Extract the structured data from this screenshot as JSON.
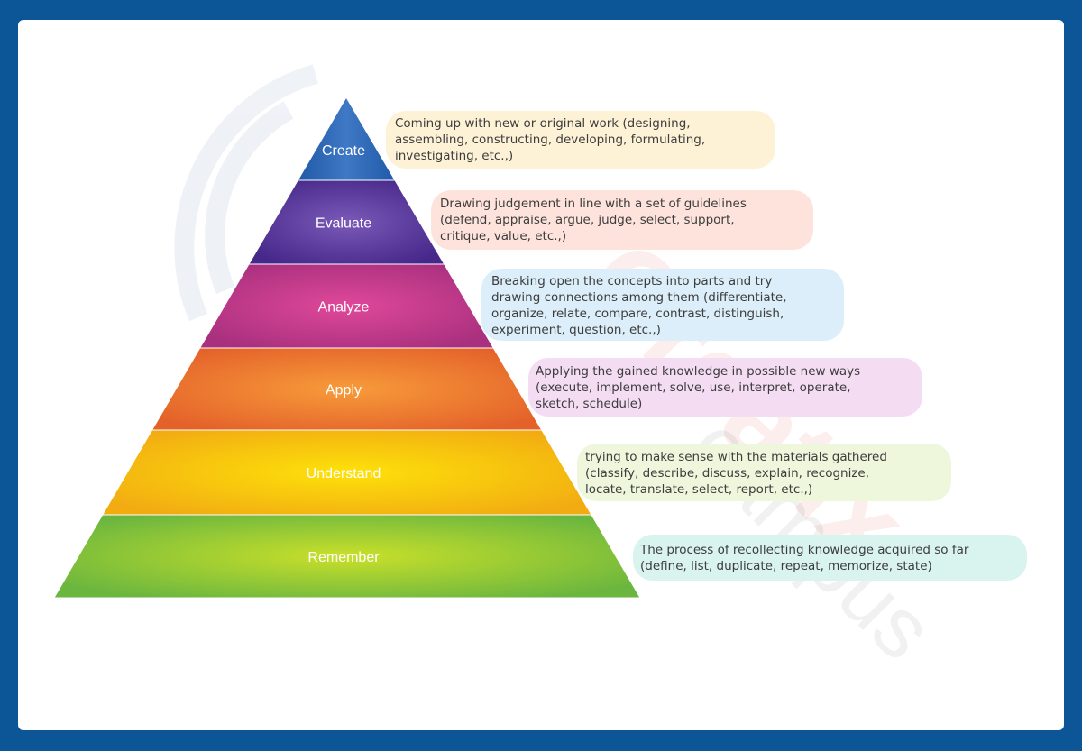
{
  "levels": [
    {
      "name": "Create",
      "description": "Coming up with new or original work (designing,\nassembling, constructing, developing, formulating,\ninvestigating, etc.,)",
      "color": "#2f64b0",
      "pill_color": "#fdf2d6"
    },
    {
      "name": "Evaluate",
      "description": "Drawing judgement in line with a set of guidelines\n(defend, appraise, argue, judge, select, support,\ncritique, value, etc.,)",
      "color": "#5b3a99",
      "pill_color": "#fde3dc"
    },
    {
      "name": "Analyze",
      "description": "Breaking open the concepts into parts and try\ndrawing connections among them (differentiate,\norganize, relate, compare, contrast, distinguish,\nexperiment, question, etc.,)",
      "color": "#c0368b",
      "pill_color": "#dbeefa"
    },
    {
      "name": "Apply",
      "description": "Applying the gained knowledge in possible new ways\n(execute, implement, solve, use, interpret, operate,\nsketch, schedule)",
      "color": "#ee7a2c",
      "pill_color": "#f4dcf3"
    },
    {
      "name": "Understand",
      "description": "trying to make sense with the materials gathered\n(classify, describe, discuss, explain, recognize,\nlocate, translate, select, report, etc.,)",
      "color": "#f7c60d",
      "pill_color": "#eef6dc"
    },
    {
      "name": "Remember",
      "description": "The process of recollecting knowledge acquired so far\n(define, list, duplicate, repeat, memorize, state)",
      "color": "#8ac43f",
      "pill_color": "#d9f3ee"
    }
  ],
  "watermark": {
    "brand": "Creatix",
    "sub": "campus"
  }
}
